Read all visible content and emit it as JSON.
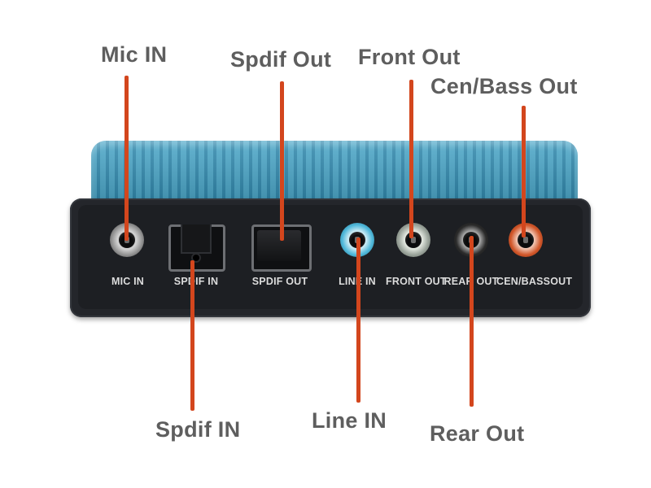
{
  "callouts": {
    "mic_in": "Mic IN",
    "spdif_out": "Spdif Out",
    "front_out": "Front Out",
    "cen_bass_out": "Cen/Bass Out",
    "spdif_in": "Spdif IN",
    "line_in": "Line IN",
    "rear_out": "Rear Out"
  },
  "port_labels": {
    "mic_in": "MIC IN",
    "spdif_in": "SPDIF IN",
    "spdif_out": "SPDIF OUT",
    "line_in": "LINE IN",
    "front_out": "FRONT OUT",
    "rear_out": "REAR OUT",
    "cen_bass_out": "CEN/BASSOUT"
  },
  "colors": {
    "leader_line": "#d3461d",
    "callout_text": "#5e5e5e",
    "case_blue": "#3b98bd",
    "faceplate": "#24262b",
    "jack_line_in": "#4fb8da",
    "jack_front_out": "#9aa39a",
    "jack_rear_out": "#2b2b2b",
    "jack_cen_bass": "#d2572a",
    "jack_mic_in": "#9d9d9d"
  }
}
